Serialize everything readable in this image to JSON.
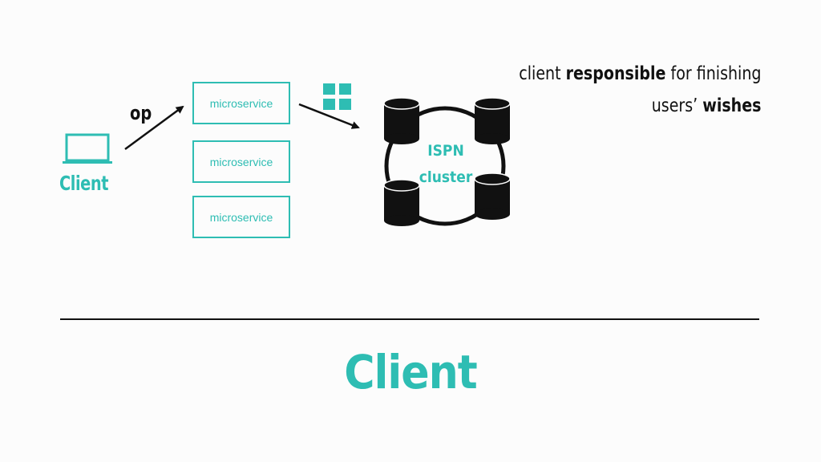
{
  "client": {
    "icon": "laptop-icon",
    "label": "Client"
  },
  "arrow_label": "op",
  "microservices": [
    {
      "label": "microservice"
    },
    {
      "label": "microservice"
    },
    {
      "label": "microservice"
    }
  ],
  "grid_icon": "grid-icon",
  "cluster": {
    "label_line1": "ISPN",
    "label_line2": "cluster",
    "node_icon": "database-icon"
  },
  "caption": {
    "line1_plain": "client ",
    "line1_bold": "responsible",
    "line1_rest": " for finishing",
    "line2_plain": "users’ ",
    "line2_bold": "wishes"
  },
  "footer_title": "Client",
  "colors": {
    "accent": "#2ebdb3",
    "ink": "#111111",
    "background": "#fcfcfc"
  }
}
